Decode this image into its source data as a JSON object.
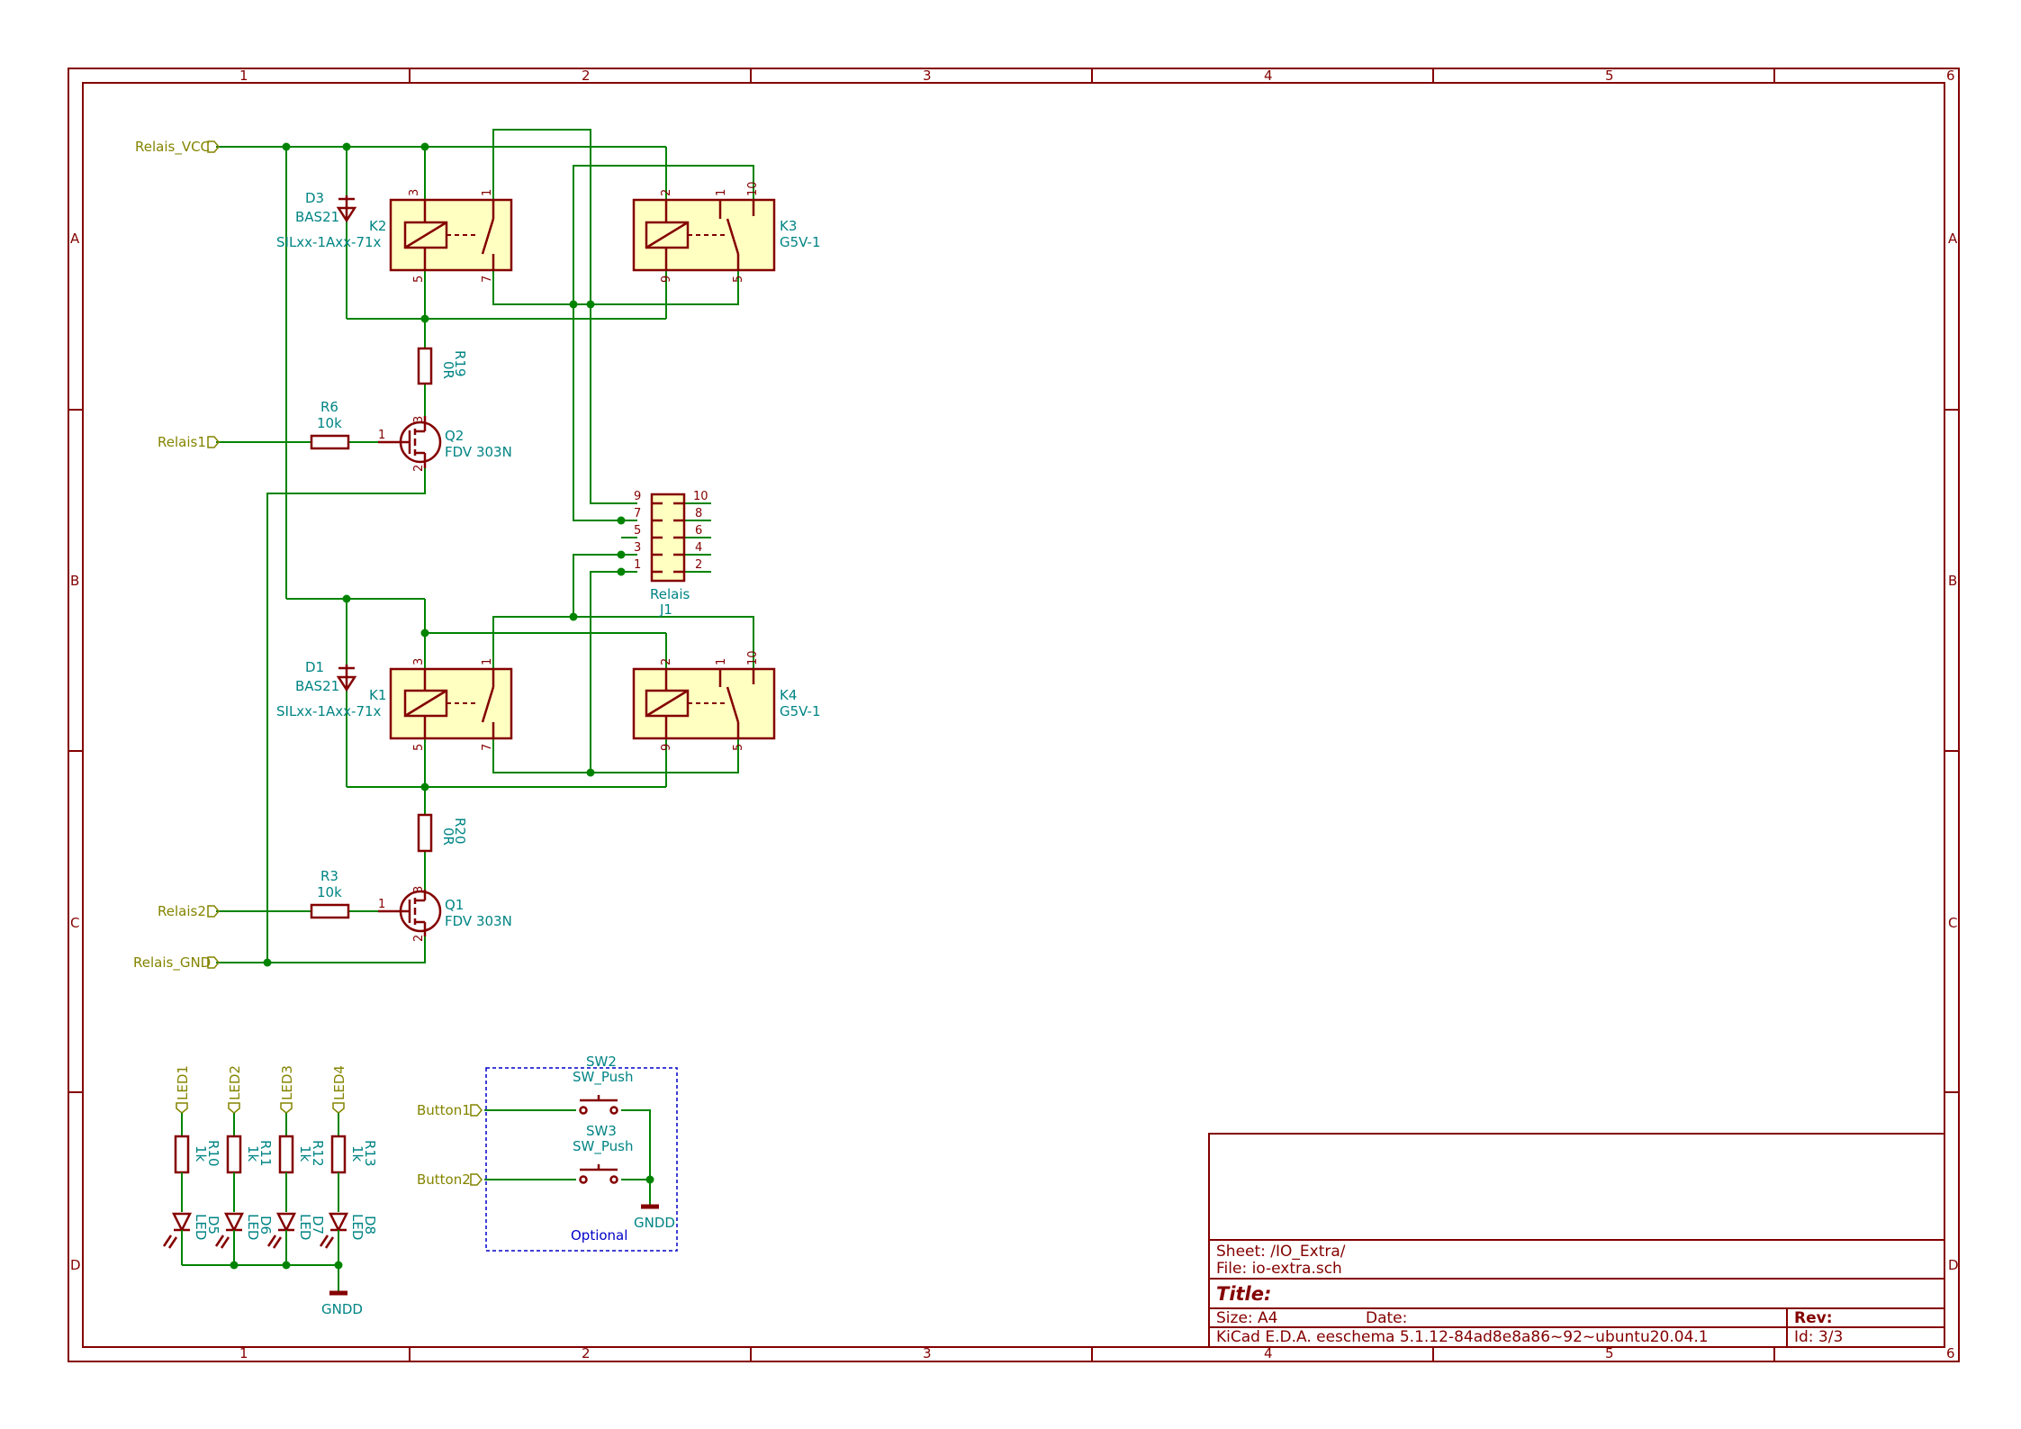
{
  "frame": {
    "cols": [
      "1",
      "2",
      "3",
      "4",
      "5",
      "6"
    ],
    "rows": [
      "A",
      "B",
      "C",
      "D"
    ]
  },
  "labels": {
    "relais_vcc": "Relais_VCC",
    "relais1": "Relais1",
    "relais2": "Relais2",
    "relais_gnd": "Relais_GND",
    "button1": "Button1",
    "button2": "Button2",
    "led1": "LED1",
    "led2": "LED2",
    "led3": "LED3",
    "led4": "LED4"
  },
  "components": {
    "d3": {
      "ref": "D3",
      "value": "BAS21"
    },
    "d1": {
      "ref": "D1",
      "value": "BAS21"
    },
    "k2": {
      "ref": "K2",
      "value": "SILxx-1Axx-71x"
    },
    "k1": {
      "ref": "K1",
      "value": "SILxx-1Axx-71x"
    },
    "k3": {
      "ref": "K3",
      "value": "G5V-1"
    },
    "k4": {
      "ref": "K4",
      "value": "G5V-1"
    },
    "r19": {
      "ref": "R19",
      "value": "0R"
    },
    "r20": {
      "ref": "R20",
      "value": "0R"
    },
    "r6": {
      "ref": "R6",
      "value": "10k"
    },
    "r3": {
      "ref": "R3",
      "value": "10k"
    },
    "q2": {
      "ref": "Q2",
      "value": "FDV 303N"
    },
    "q1": {
      "ref": "Q1",
      "value": "FDV 303N"
    },
    "j1": {
      "ref": "J1",
      "value": "Relais"
    },
    "sw2": {
      "ref": "SW2",
      "value": "SW_Push"
    },
    "sw3": {
      "ref": "SW3",
      "value": "SW_Push"
    },
    "r10": {
      "ref": "R10",
      "value": "1k"
    },
    "r11": {
      "ref": "R11",
      "value": "1k"
    },
    "r12": {
      "ref": "R12",
      "value": "1k"
    },
    "r13": {
      "ref": "R13",
      "value": "1k"
    },
    "d5": {
      "ref": "D5",
      "value": "LED"
    },
    "d6": {
      "ref": "D6",
      "value": "LED"
    },
    "d7": {
      "ref": "D7",
      "value": "LED"
    },
    "d8": {
      "ref": "D8",
      "value": "LED"
    },
    "gndd_leds": "GNDD",
    "gndd_buttons": "GNDD"
  },
  "pins": {
    "k_relay": {
      "p3": "3",
      "p1": "1",
      "p5": "5",
      "p7": "7"
    },
    "g5v": {
      "p2": "2",
      "p1": "1",
      "p10": "10",
      "p9": "9",
      "p5": "5"
    },
    "q": {
      "gate": "1",
      "drain": "3",
      "source": "2"
    },
    "j1_left": [
      "9",
      "7",
      "5",
      "3",
      "1"
    ],
    "j1_right": [
      "10",
      "8",
      "6",
      "4",
      "2"
    ]
  },
  "optional_box": "Optional",
  "title_block": {
    "sheet": "Sheet: /IO_Extra/",
    "file": "File: io-extra.sch",
    "title": "Title:",
    "size": "Size: A4",
    "date": "Date:",
    "rev": "Rev:",
    "tool": "KiCad E.D.A.  eeschema 5.1.12-84ad8e8a86~92~ubuntu20.04.1",
    "id": "Id: 3/3"
  },
  "colors": {
    "frame": "#840000",
    "wire": "#008400",
    "reference": "#008484",
    "label": "#848400",
    "component_fill": "#ffffc2",
    "optional_box": "#0000c8"
  }
}
